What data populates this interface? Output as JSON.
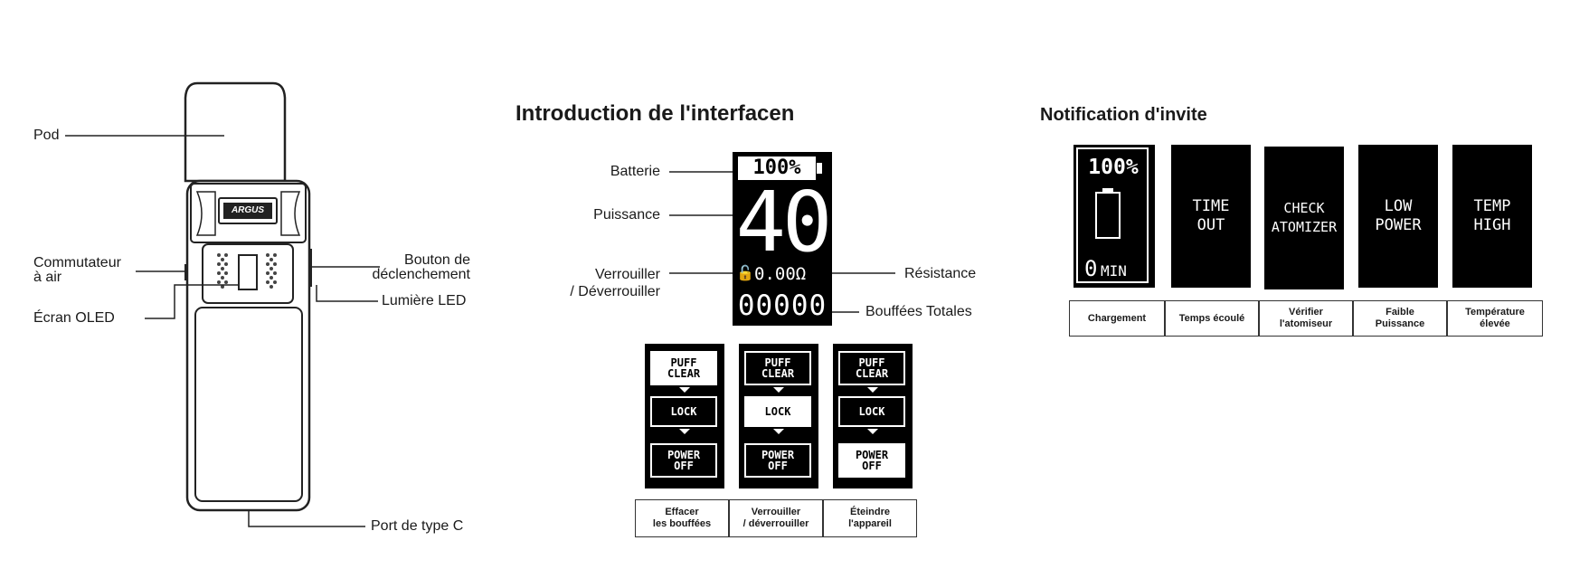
{
  "device": {
    "logo_text": "ARGUS",
    "labels": {
      "pod": "Pod",
      "air_switch": "Commutateur\nà air",
      "oled": "Écran OLED",
      "fire_button": "Bouton de\ndéclenchement",
      "led": "Lumière LED",
      "usb_c": "Port de type C"
    }
  },
  "interface": {
    "title": "Introduction de l'interfacen",
    "labels": {
      "battery": "Batterie",
      "power": "Puissance",
      "lock": "Verrouiller\n/ Déverrouiller",
      "resistance": "Résistance",
      "puffs": "Bouffées Totales"
    },
    "screen": {
      "battery": "100%",
      "power": "40",
      "resistance": "0.00Ω",
      "puffs": "00000"
    },
    "menus": [
      {
        "items": [
          "PUFF\nCLEAR",
          "LOCK",
          "POWER\nOFF"
        ],
        "selected": 0,
        "caption": "Effacer\nles bouffées"
      },
      {
        "items": [
          "PUFF\nCLEAR",
          "LOCK",
          "POWER\nOFF"
        ],
        "selected": 1,
        "caption": "Verrouiller\n/ déverrouiller"
      },
      {
        "items": [
          "PUFF\nCLEAR",
          "LOCK",
          "POWER\nOFF"
        ],
        "selected": 2,
        "caption": "Éteindre\nl'appareil"
      }
    ]
  },
  "notifications": {
    "title": "Notification d'invite",
    "charging_screen": {
      "battery": "100%",
      "time": "0",
      "unit": "MIN"
    },
    "screens": [
      "TIME\nOUT",
      "CHECK\nATOMIZER",
      "LOW\nPOWER",
      "TEMP\nHIGH"
    ],
    "captions": [
      "Chargement",
      "Temps écoulé",
      "Vérifier\nl'atomiseur",
      "Faible\nPuissance",
      "Température\nélevée"
    ]
  }
}
